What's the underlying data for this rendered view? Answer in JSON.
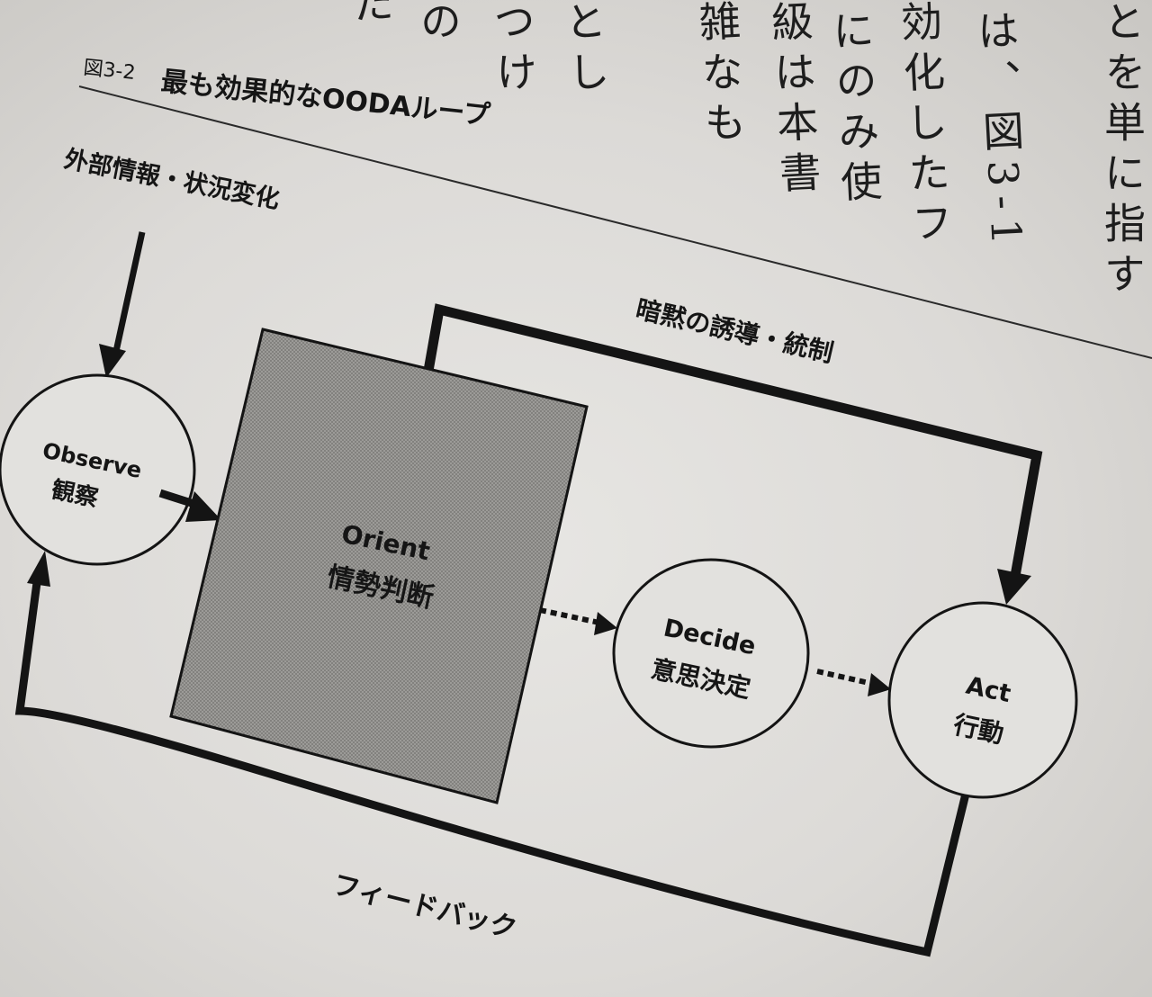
{
  "figure": {
    "number": "図3-2",
    "title": "最も効果的なOODAループ"
  },
  "body_text_columns": [
    "とを単に指す",
    "は、図3-1",
    "効化したフ",
    "にのみ使",
    "級は本書",
    "雑なも",
    "とし",
    "つけ",
    "の",
    "た"
  ],
  "diagram": {
    "input_label": "外部情報・状況変化",
    "implicit_label": "暗黙の誘導・統制",
    "feedback_label": "フィードバック",
    "nodes": {
      "observe": {
        "en": "Observe",
        "ja": "観察"
      },
      "orient": {
        "en": "Orient",
        "ja": "情勢判断"
      },
      "decide": {
        "en": "Decide",
        "ja": "意思決定"
      },
      "act": {
        "en": "Act",
        "ja": "行動"
      }
    }
  },
  "colors": {
    "ink": "#141414",
    "orient_fill": "#8e8d8a",
    "paper": "#e4e3e0"
  }
}
